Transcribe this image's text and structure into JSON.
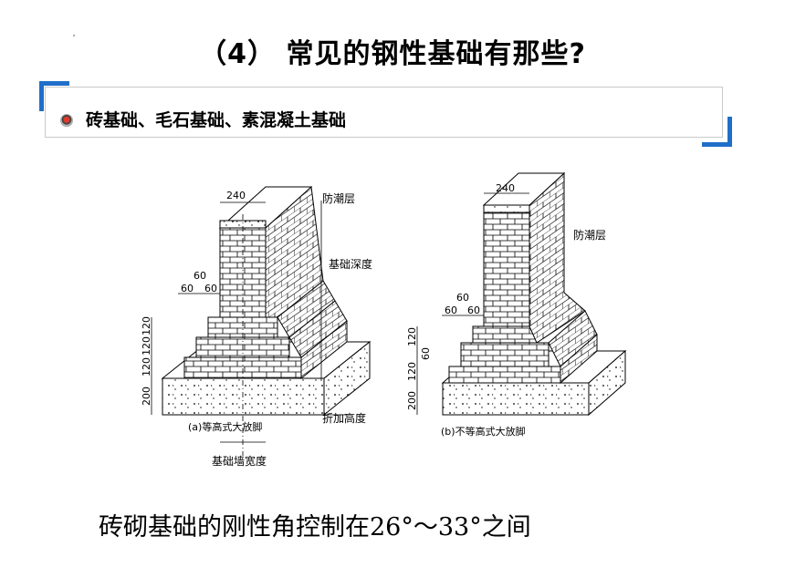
{
  "slide": {
    "title": "（4） 常见的钢性基础有那些?",
    "subtitle": "砖基础、毛石基础、素混凝土基础",
    "caption": "砖砌基础的刚性角控制在26°～33°之间"
  },
  "figure": {
    "left": {
      "caption": "(a)等高式大放脚",
      "labels": {
        "width_top": "240",
        "damp_layer": "防潮层",
        "depth": "基础深度",
        "step_60": "60",
        "step_60a": "60",
        "step_60b": "60",
        "v120a": "120",
        "v120b": "120",
        "v120c": "120",
        "v200": "200",
        "added_height": "折加高度",
        "wall_width": "基础墙宽度"
      }
    },
    "right": {
      "caption": "(b)不等高式大放脚",
      "labels": {
        "width_top": "240",
        "damp_layer": "防潮层",
        "step_60": "60",
        "step_60a": "60",
        "step_60b": "60",
        "v120a": "120",
        "v60": "60",
        "v120b": "120",
        "v200": "200"
      }
    }
  }
}
